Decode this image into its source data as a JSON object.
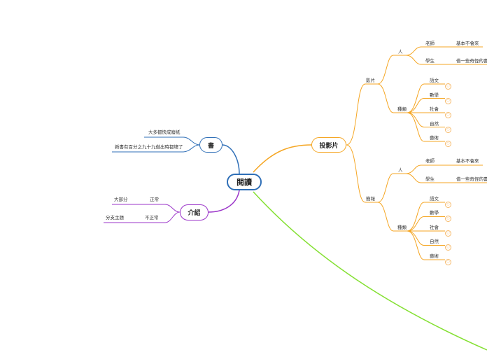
{
  "colors": {
    "root": "#2f6fb7",
    "book": "#2f6fb7",
    "intro": "#9b35c9",
    "projector": "#f5a623",
    "green": "#84e032",
    "badge": "#f6b96a"
  },
  "root": {
    "label": "閱讀"
  },
  "book": {
    "label": "書",
    "children": [
      "大多都快成廢紙",
      "新書有百分之九十九借出時都壞了"
    ]
  },
  "intro": {
    "label": "介紹",
    "children": [
      {
        "label": "正常",
        "child": "大部分"
      },
      {
        "label": "不正常",
        "child": "分支主題"
      }
    ]
  },
  "projector": {
    "label": "投影片",
    "groups": [
      {
        "label": "影片",
        "people": {
          "label": "人",
          "items": [
            {
              "label": "老師",
              "child": "基本不會來"
            },
            {
              "label": "學生",
              "child": "借一些奇怪的書"
            }
          ]
        },
        "types": {
          "label": "種類",
          "items": [
            "語文",
            "數學",
            "社會",
            "自然",
            "藝術"
          ]
        }
      },
      {
        "label": "簡報",
        "people": {
          "label": "人",
          "items": [
            {
              "label": "老師",
              "child": "基本不會來"
            },
            {
              "label": "學生",
              "child": "借一些奇怪的書"
            }
          ]
        },
        "types": {
          "label": "種類",
          "items": [
            "語文",
            "數學",
            "社會",
            "自然",
            "藝術"
          ]
        }
      }
    ]
  }
}
